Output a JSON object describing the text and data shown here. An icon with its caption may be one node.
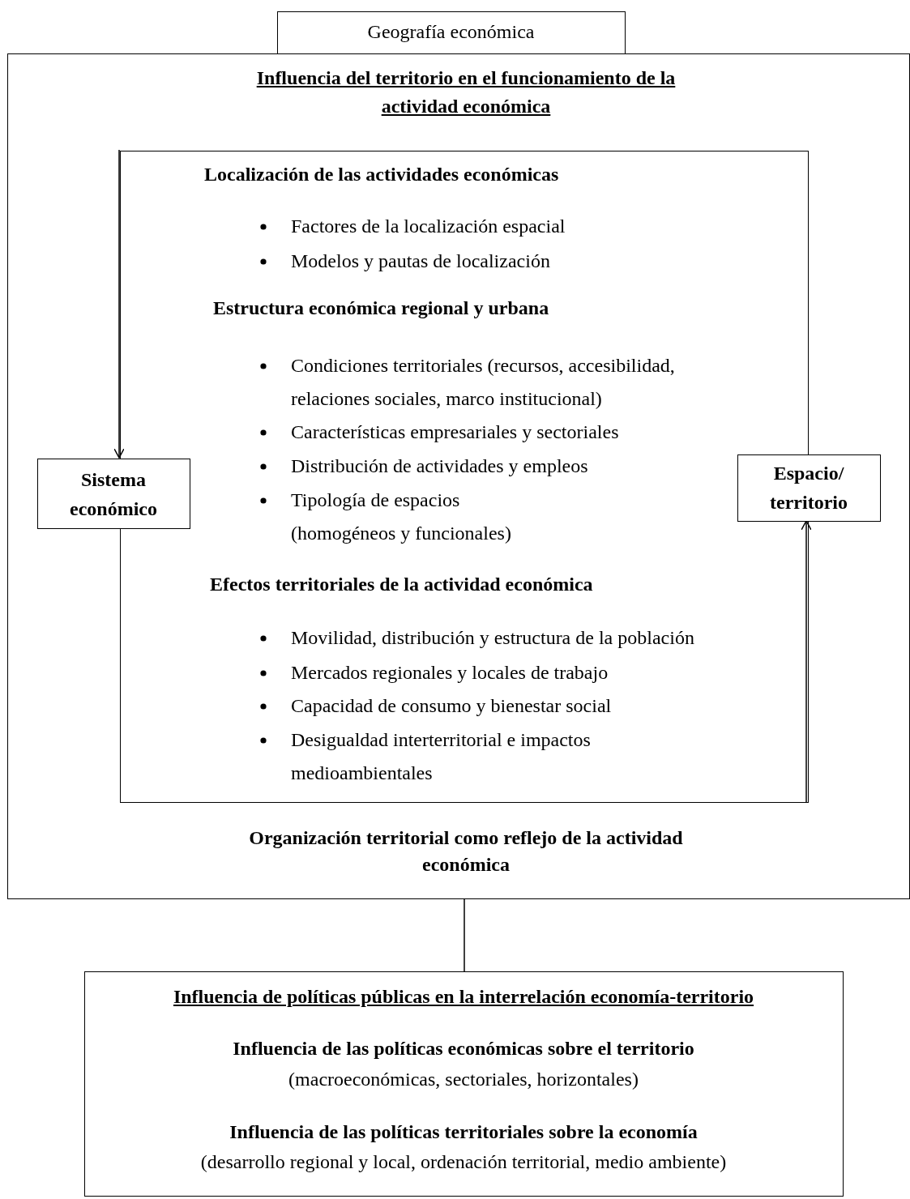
{
  "diagram": {
    "nodes": [
      {
        "text": [
          "Geografía económica"
        ]
      },
      {
        "text": [
          "Influencia del territorio en el funcionamiento de la actividad económica",
          "Organización territorial como reflejo de la actividad económica"
        ]
      },
      {
        "text": [
          "Localización de las actividades económicas",
          "Factores de la localización espacial",
          "Modelos y pautas de localización",
          "Estructura económica regional y urbana",
          "Condiciones territoriales (recursos, accesibilidad, relaciones sociales, marco institucional)",
          "Características empresariales y sectoriales",
          "Distribución de actividades y empleos",
          "Tipología de espacios (homogéneos y funcionales)",
          "Efectos territoriales de la actividad económica",
          "Movilidad, distribución y estructura de la población",
          "Mercados regionales y locales de trabajo",
          "Capacidad de consumo y bienestar social",
          "Desigualdad interterritorial e impactos medioambientales"
        ],
        "in": 1
      },
      {
        "text": [
          "Sistema económico"
        ],
        "in": 1
      },
      {
        "text": [
          "Espacio/ territorio"
        ],
        "in": 1
      },
      {
        "text": [
          "Influencia de políticas públicas en la interrelación economía-territorio",
          "Influencia de las políticas económicas sobre el territorio",
          "(macroeconómicas, sectoriales, horizontales)",
          "Influencia de las políticas territoriales sobre la economía",
          "(desarrollo regional y local, ordenación territorial, medio ambiente)"
        ]
      }
    ],
    "edges": [
      {
        "from": 2,
        "to": 3,
        "arrow": "to"
      },
      {
        "from": 2,
        "to": 4,
        "arrow": "to"
      },
      {
        "from": 1,
        "to": 5,
        "arrow": "none"
      }
    ]
  }
}
